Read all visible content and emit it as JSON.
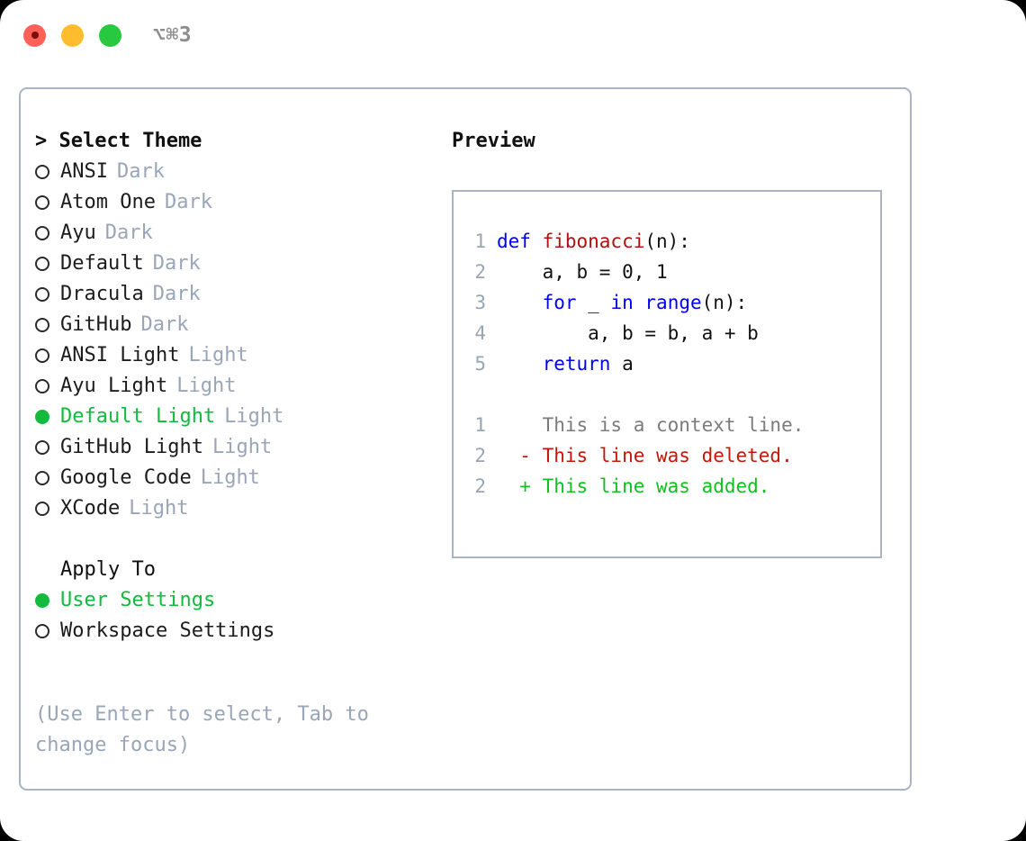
{
  "titlebar": {
    "lights": [
      {
        "name": "close",
        "color": "#ff6159"
      },
      {
        "name": "minimize",
        "color": "#ffbd2e"
      },
      {
        "name": "maximize",
        "color": "#28c840"
      }
    ],
    "shortcut": "⌥⌘3"
  },
  "theme_section": {
    "heading": "> Select Theme",
    "options": [
      {
        "label": "ANSI",
        "tag": "Dark",
        "selected": false
      },
      {
        "label": "Atom One",
        "tag": "Dark",
        "selected": false
      },
      {
        "label": "Ayu",
        "tag": "Dark",
        "selected": false
      },
      {
        "label": "Default",
        "tag": "Dark",
        "selected": false
      },
      {
        "label": "Dracula",
        "tag": "Dark",
        "selected": false
      },
      {
        "label": "GitHub",
        "tag": "Dark",
        "selected": false
      },
      {
        "label": "ANSI Light",
        "tag": "Light",
        "selected": false
      },
      {
        "label": "Ayu Light",
        "tag": "Light",
        "selected": false
      },
      {
        "label": "Default Light",
        "tag": "Light",
        "selected": true
      },
      {
        "label": "GitHub Light",
        "tag": "Light",
        "selected": false
      },
      {
        "label": "Google Code",
        "tag": "Light",
        "selected": false
      },
      {
        "label": "XCode",
        "tag": "Light",
        "selected": false
      }
    ]
  },
  "apply_section": {
    "heading": "Apply To",
    "options": [
      {
        "label": "User Settings",
        "tag": "",
        "selected": true
      },
      {
        "label": "Workspace Settings",
        "tag": "",
        "selected": false
      }
    ]
  },
  "hint": "(Use Enter to select, Tab to change focus)",
  "preview": {
    "title": "Preview",
    "code_lines": [
      {
        "num": "1",
        "tokens": [
          {
            "t": "def ",
            "c": "kw"
          },
          {
            "t": "fibonacci",
            "c": "fn"
          },
          {
            "t": "(n):",
            "c": "pl"
          }
        ]
      },
      {
        "num": "2",
        "tokens": [
          {
            "t": "    a, b = 0, 1",
            "c": "pl"
          }
        ]
      },
      {
        "num": "3",
        "tokens": [
          {
            "t": "    ",
            "c": "pl"
          },
          {
            "t": "for",
            "c": "kw"
          },
          {
            "t": " _ ",
            "c": "pl"
          },
          {
            "t": "in",
            "c": "kw"
          },
          {
            "t": " ",
            "c": "pl"
          },
          {
            "t": "range",
            "c": "kw"
          },
          {
            "t": "(n):",
            "c": "pl"
          }
        ]
      },
      {
        "num": "4",
        "tokens": [
          {
            "t": "        a, b = b, a + b",
            "c": "pl"
          }
        ]
      },
      {
        "num": "5",
        "tokens": [
          {
            "t": "    ",
            "c": "pl"
          },
          {
            "t": "return",
            "c": "kw"
          },
          {
            "t": " a",
            "c": "pl"
          }
        ]
      }
    ],
    "diff_lines": [
      {
        "num": "1",
        "marker": " ",
        "text": " This is a context line.",
        "kind": "ctx"
      },
      {
        "num": "2",
        "marker": "-",
        "text": " This line was deleted.",
        "kind": "del"
      },
      {
        "num": "2",
        "marker": "+",
        "text": " This line was added.",
        "kind": "add"
      }
    ]
  },
  "colors": {
    "accent_green": "#12bb3d",
    "border": "#a9b4c6",
    "muted": "#9aa5b8",
    "keyword": "#0000ee",
    "function": "#b01010",
    "diff_deleted": "#c21807",
    "diff_added": "#10c020"
  }
}
